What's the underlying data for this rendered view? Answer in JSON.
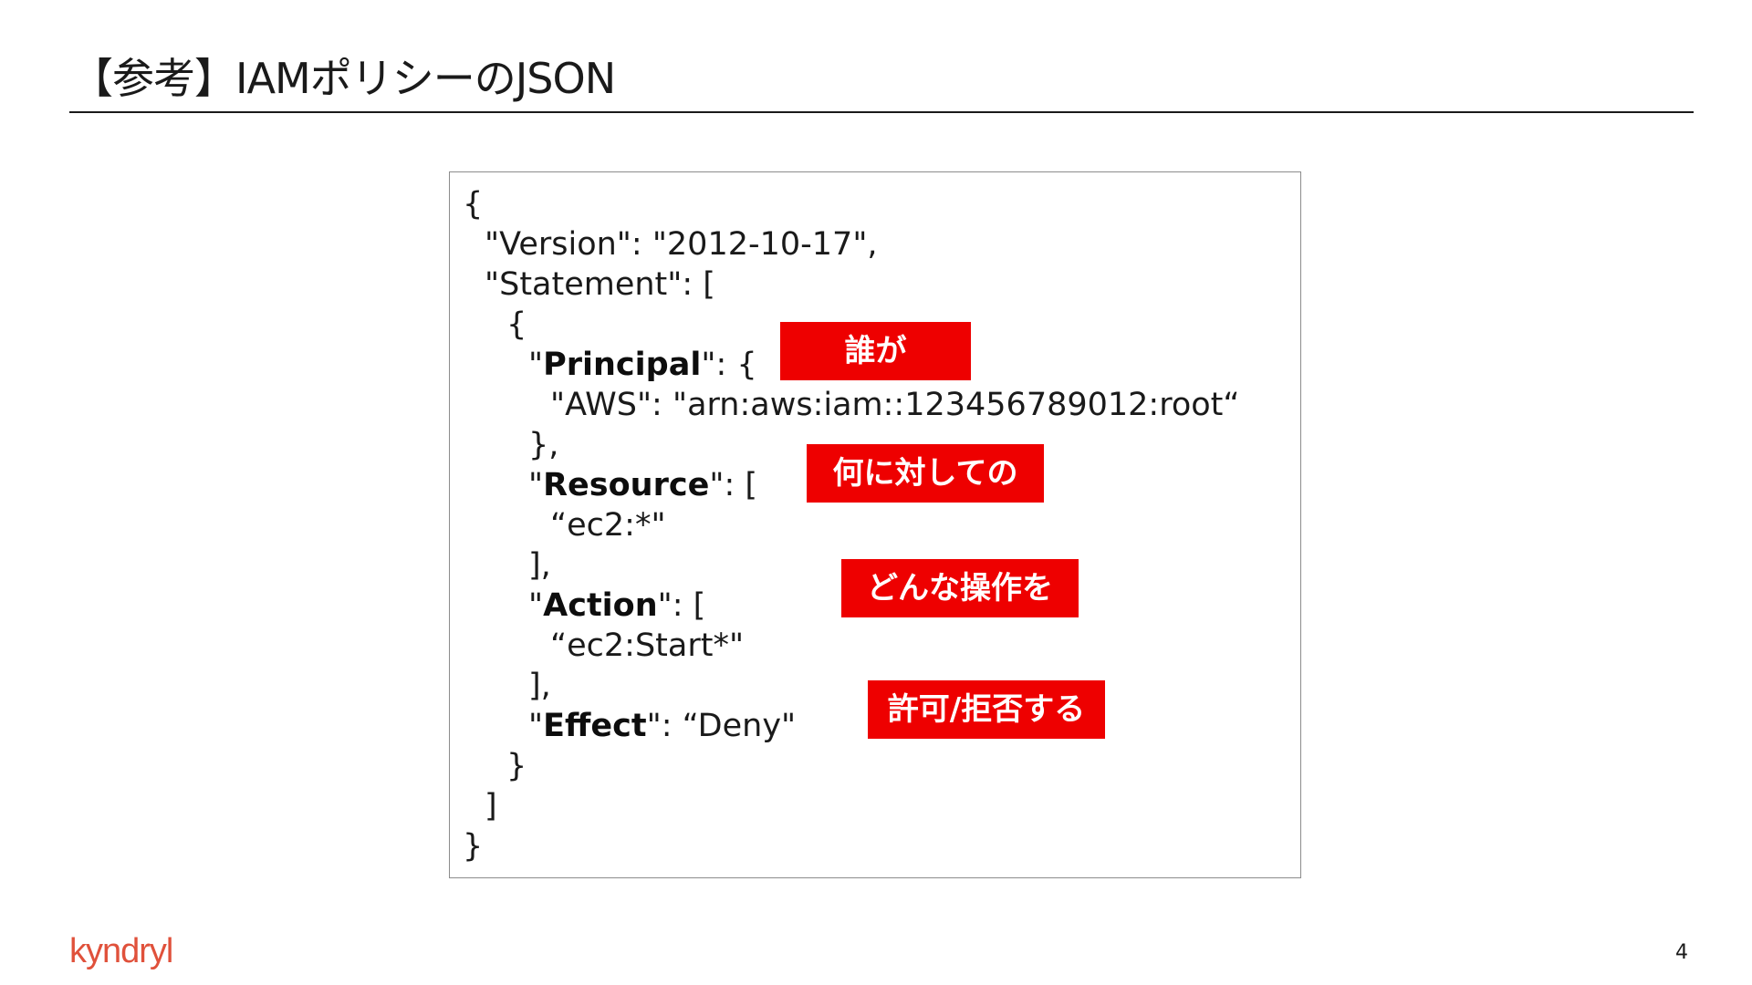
{
  "slide": {
    "title": "【参考】IAMポリシーのJSON",
    "page_number": "4",
    "logo_text": "kyndryl"
  },
  "code": {
    "l1": "{",
    "l2": "\"Version\": \"2012-10-17\",",
    "l3": "\"Statement\": [",
    "l4": "{",
    "l5_pre": "\"",
    "l5_key": "Principal",
    "l5_post": "\": {",
    "l6": "\"AWS\": \"arn:aws:iam::123456789012:root“",
    "l7": "},",
    "l8_pre": "\"",
    "l8_key": "Resource",
    "l8_post": "\": [",
    "l9": "“ec2:*\"",
    "l10": "],",
    "l11_pre": "\"",
    "l11_key": "Action",
    "l11_post": "\": [",
    "l12": "“ec2:Start*\"",
    "l13": "],",
    "l14_pre": "\"",
    "l14_key": "Effect",
    "l14_post": "\": “Deny\"",
    "l15": "}",
    "l16": "]",
    "l17": "}"
  },
  "annotations": {
    "who": "誰が",
    "what_resource": "何に対しての",
    "which_action": "どんな操作を",
    "allow_deny": "許可/拒否する"
  },
  "colors": {
    "annotation_background": "#ee0000",
    "annotation_text": "#ffffff",
    "brand_logo": "#e0513b",
    "text": "#1a1a1a"
  }
}
